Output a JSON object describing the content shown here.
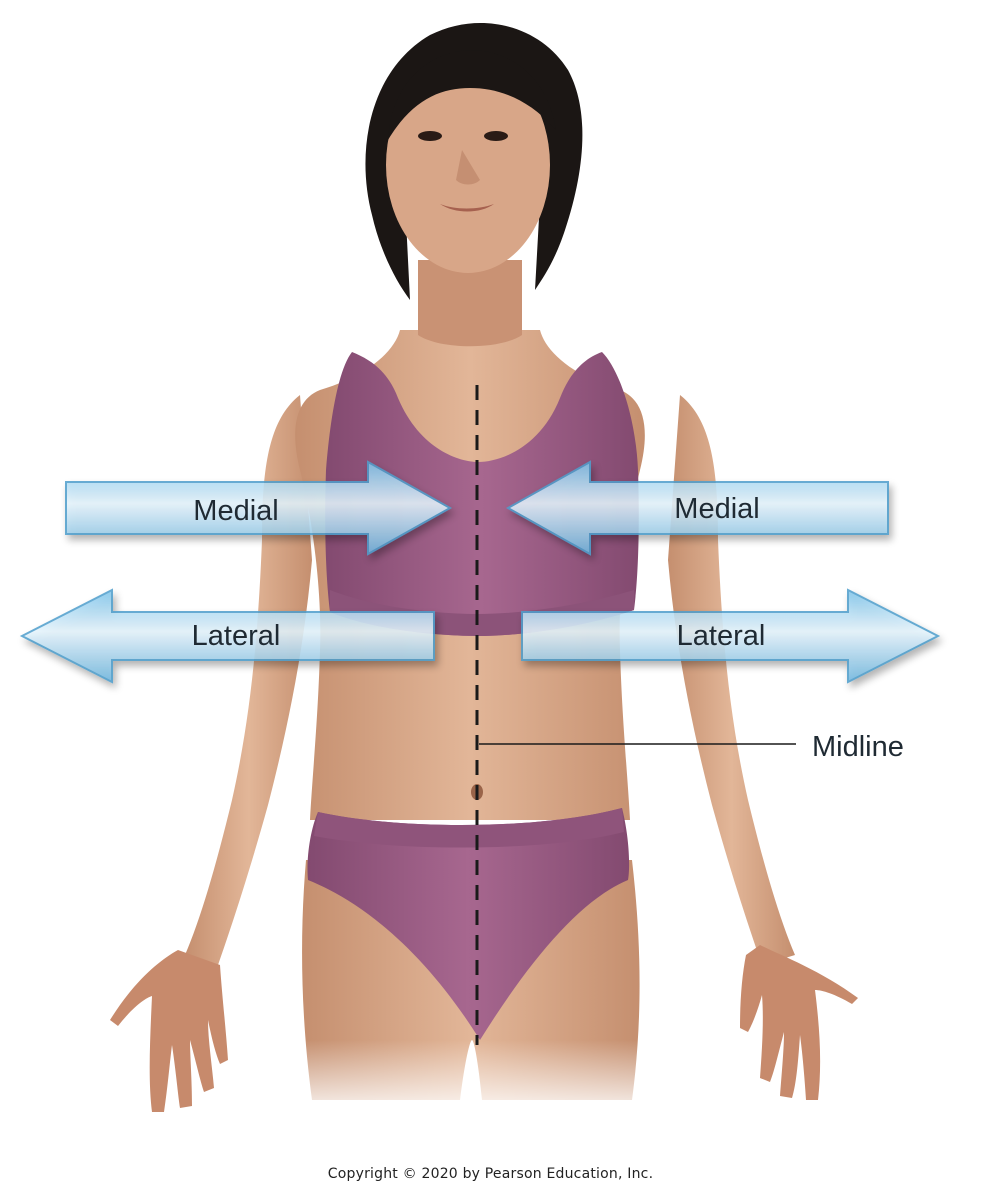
{
  "arrows": {
    "medial_left": "Medial",
    "medial_right": "Medial",
    "lateral_left": "Lateral",
    "lateral_right": "Lateral"
  },
  "midline": {
    "label": "Midline"
  },
  "copyright": "Copyright © 2020 by Pearson Education, Inc.",
  "colors": {
    "arrow_fill": "#bfe3f5",
    "arrow_edge": "#5aa9d4",
    "skin": "#d7a98a",
    "garment": "#9b5e86",
    "hair": "#1b1614",
    "midline_dash": "#1a1a1a"
  }
}
